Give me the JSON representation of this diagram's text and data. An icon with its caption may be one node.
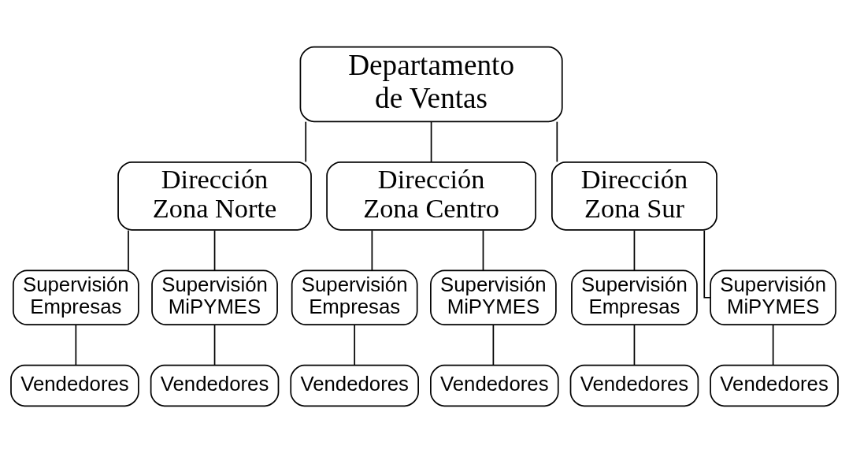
{
  "diagram": {
    "nodes": [
      {
        "text": [
          "Departamento de Ventas"
        ]
      },
      {
        "text": [
          "Dirección Zona Norte"
        ]
      },
      {
        "text": [
          "Dirección Zona Centro"
        ]
      },
      {
        "text": [
          "Dirección Zona Sur"
        ]
      },
      {
        "text": [
          "Supervisión Empresas"
        ]
      },
      {
        "text": [
          "Supervisión MiPYMES"
        ]
      },
      {
        "text": [
          "Supervisión Empresas"
        ]
      },
      {
        "text": [
          "Supervisión MiPYMES"
        ]
      },
      {
        "text": [
          "Supervisión Empresas"
        ]
      },
      {
        "text": [
          "Supervisión MiPYMES"
        ]
      },
      {
        "text": [
          "Vendedores"
        ]
      },
      {
        "text": [
          "Vendedores"
        ]
      },
      {
        "text": [
          "Vendedores"
        ]
      },
      {
        "text": [
          "Vendedores"
        ]
      },
      {
        "text": [
          "Vendedores"
        ]
      },
      {
        "text": [
          "Vendedores"
        ]
      }
    ],
    "edges": [
      {
        "from": 0,
        "to": 1,
        "arrow": "none"
      },
      {
        "from": 0,
        "to": 2,
        "arrow": "none"
      },
      {
        "from": 0,
        "to": 3,
        "arrow": "none"
      },
      {
        "from": 1,
        "to": 4,
        "arrow": "none"
      },
      {
        "from": 1,
        "to": 5,
        "arrow": "none"
      },
      {
        "from": 2,
        "to": 6,
        "arrow": "none"
      },
      {
        "from": 2,
        "to": 7,
        "arrow": "none"
      },
      {
        "from": 3,
        "to": 8,
        "arrow": "none"
      },
      {
        "from": 3,
        "to": 9,
        "arrow": "none"
      },
      {
        "from": 4,
        "to": 10,
        "arrow": "none"
      },
      {
        "from": 5,
        "to": 11,
        "arrow": "none"
      },
      {
        "from": 6,
        "to": 12,
        "arrow": "none"
      },
      {
        "from": 7,
        "to": 13,
        "arrow": "none"
      },
      {
        "from": 8,
        "to": 14,
        "arrow": "none"
      },
      {
        "from": 9,
        "to": 15,
        "arrow": "none"
      }
    ]
  }
}
